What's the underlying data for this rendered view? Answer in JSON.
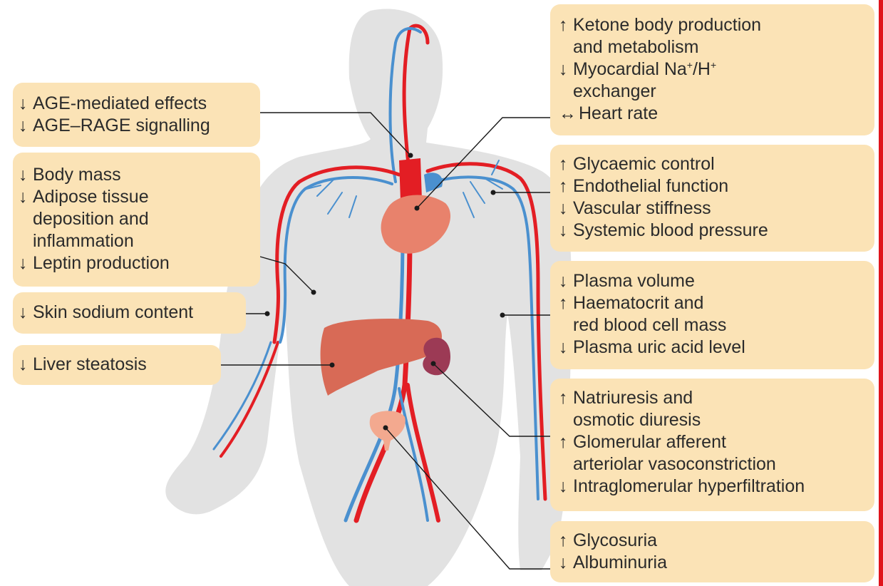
{
  "arrows": {
    "up": "↑",
    "down": "↓",
    "unchanged": "↔"
  },
  "boxes": {
    "age": [
      "AGE-mediated effects",
      "AGE–RAGE signalling"
    ],
    "body": [
      "Body mass",
      "Adipose tissue",
      "deposition and",
      "inflammation",
      "Leptin production"
    ],
    "skin": [
      "Skin sodium content"
    ],
    "liver": [
      "Liver steatosis"
    ],
    "heart": {
      "ketone_1": "Ketone body production",
      "ketone_2": "and metabolism",
      "nhe_1": "Myocardial Na",
      "nhe_sup1": "+",
      "nhe_mid": "/H",
      "nhe_sup2": "+",
      "nhe_2": "exchanger",
      "hr": "Heart rate"
    },
    "vascular": [
      "Glycaemic control",
      "Endothelial function",
      "Vascular stiffness",
      "Systemic blood pressure"
    ],
    "plasma": [
      "Plasma volume",
      "Haematocrit and",
      "red blood cell mass",
      "Plasma uric acid level"
    ],
    "kidney": [
      "Natriuresis and",
      "osmotic diuresis",
      "Glomerular afferent",
      "arteriolar vasoconstriction",
      "Intraglomerular hyperfiltration"
    ],
    "bladder": [
      "Glycosuria",
      "Albuminuria"
    ]
  },
  "colors": {
    "box_fill": "#fbe3b6",
    "body_silhouette": "#e2e2e2",
    "artery": "#e31e24",
    "vein": "#4a90cf",
    "heart": "#e8826c",
    "liver": "#d86a56",
    "kidney": "#9c3a55",
    "bladder": "#f3a98f",
    "frame_bar": "#e0141c"
  }
}
